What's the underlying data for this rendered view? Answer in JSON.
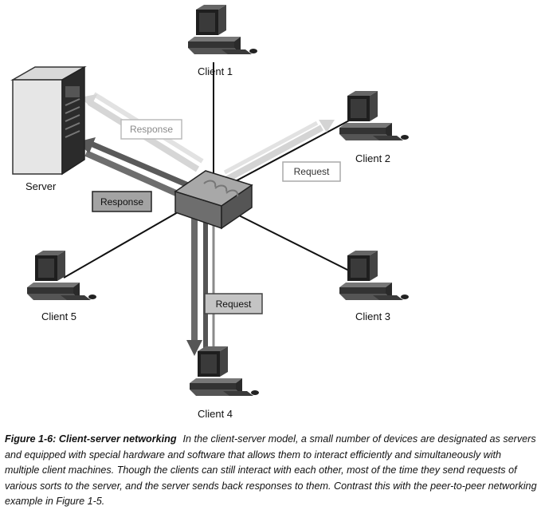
{
  "diagram": {
    "server_label": "Server",
    "clients": {
      "c1": "Client 1",
      "c2": "Client 2",
      "c3": "Client 3",
      "c4": "Client 4",
      "c5": "Client 5"
    },
    "arrow_tags": {
      "response_light": "Response",
      "response_dark": "Response",
      "request_top": "Request",
      "request_bottom": "Request"
    }
  },
  "caption": {
    "figure_title": "Figure 1-6: Client-server networking",
    "text": "In the client-server model, a small number of devices are designated as servers and equipped with special hardware and software that allows them to interact efficiently and simultaneously with multiple client machines. Though the clients can still interact with each other, most of the time they send requests of various sorts to the server, and the server sends back responses to them. Contrast this with the peer-to-peer networking example in Figure 1-5."
  }
}
